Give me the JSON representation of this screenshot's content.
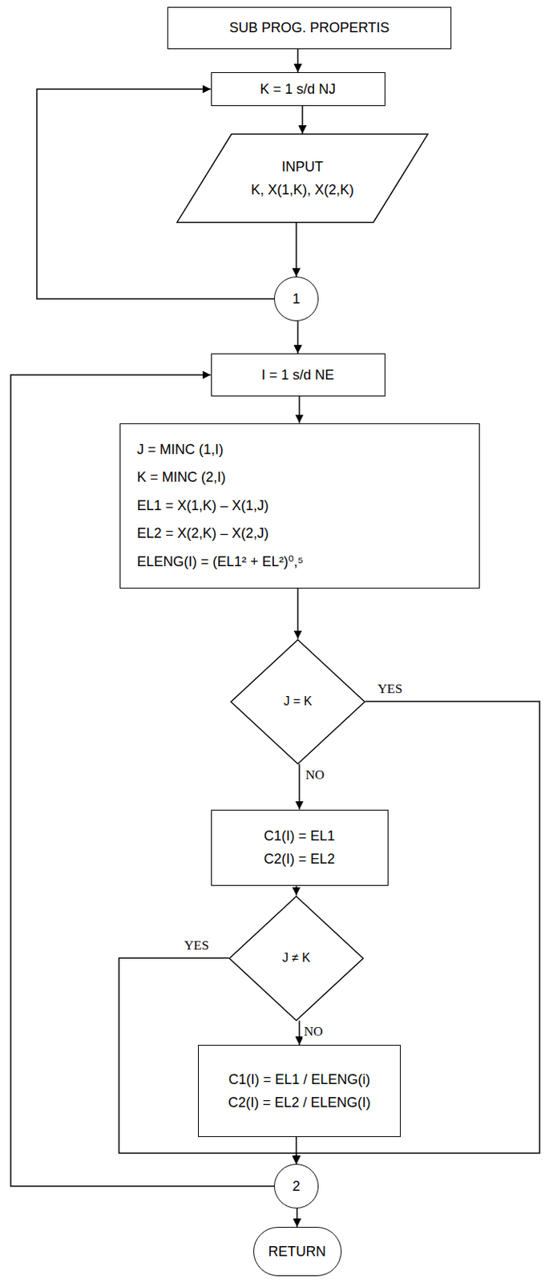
{
  "diagram": {
    "nodes": [
      {
        "text": [
          "SUB PROG. PROPERTIS"
        ]
      },
      {
        "text": [
          "K = 1 s/d NJ"
        ]
      },
      {
        "text": [
          "INPUT",
          "K, X(1,K), X(2,K)"
        ]
      },
      {
        "text": [
          "1"
        ]
      },
      {
        "text": [
          "I = 1 s/d NE"
        ]
      },
      {
        "text": [
          "J = MINC (1,I)",
          "K = MINC (2,I)",
          "EL1 = X(1,K) – X(1,J)",
          "EL2 = X(2,K) – X(2,J)",
          "ELENG(I) = (EL1² + EL²)⁰,⁵"
        ]
      },
      {
        "text": [
          "J = K"
        ]
      },
      {
        "text": [
          "C1(I) = EL1",
          "C2(I) = EL2"
        ]
      },
      {
        "text": [
          "J ≠ K"
        ]
      },
      {
        "text": [
          "C1(I) = EL1 / ELENG(i)",
          "C2(I) = EL2 / ELENG(I)"
        ]
      },
      {
        "text": [
          "2"
        ]
      },
      {
        "text": [
          "RETURN"
        ]
      }
    ],
    "edges": [
      {
        "from": 0,
        "to": 1,
        "arrow": "to"
      },
      {
        "from": 1,
        "to": 2,
        "arrow": "to"
      },
      {
        "from": 2,
        "to": 3,
        "arrow": "to"
      },
      {
        "from": 3,
        "to": 1,
        "arrow": "to"
      },
      {
        "from": 3,
        "to": 4,
        "arrow": "to"
      },
      {
        "from": 4,
        "to": 5,
        "arrow": "to"
      },
      {
        "from": 5,
        "to": 6,
        "arrow": "to"
      },
      {
        "from": 6,
        "to": 7,
        "label": "NO",
        "arrow": "to"
      },
      {
        "from": 6,
        "to": 10,
        "label": "YES",
        "arrow": "to"
      },
      {
        "from": 7,
        "to": 8,
        "arrow": "to"
      },
      {
        "from": 8,
        "to": 9,
        "label": "NO",
        "arrow": "to"
      },
      {
        "from": 8,
        "to": 10,
        "label": "YES",
        "arrow": "to"
      },
      {
        "from": 9,
        "to": 10,
        "arrow": "to"
      },
      {
        "from": 10,
        "to": 4,
        "arrow": "to"
      },
      {
        "from": 10,
        "to": 11,
        "arrow": "to"
      }
    ]
  }
}
